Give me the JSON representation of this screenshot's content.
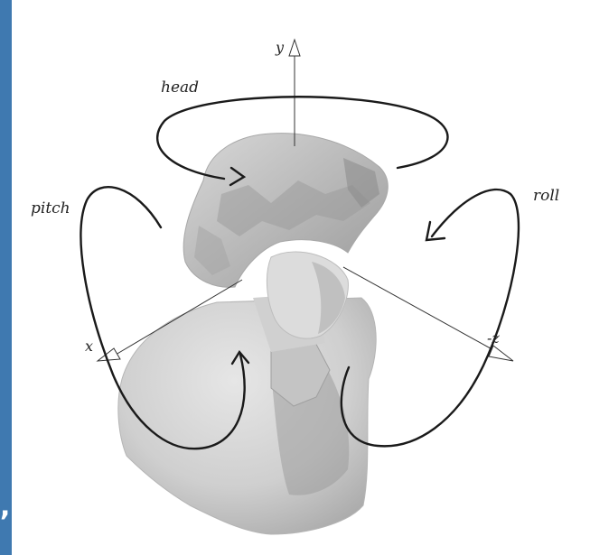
{
  "side_band": {
    "mark": ",",
    "color": "#3f79b0"
  },
  "rotation_labels": {
    "head": "head",
    "pitch": "pitch",
    "roll": "roll"
  },
  "axis_labels": {
    "y": "y",
    "x": "x",
    "neg_z": "-z"
  },
  "colors": {
    "bust_light": "#dedede",
    "bust_mid": "#bdbdbd",
    "bust_dark": "#8f8f8f",
    "stroke": "#1a1a1a"
  }
}
